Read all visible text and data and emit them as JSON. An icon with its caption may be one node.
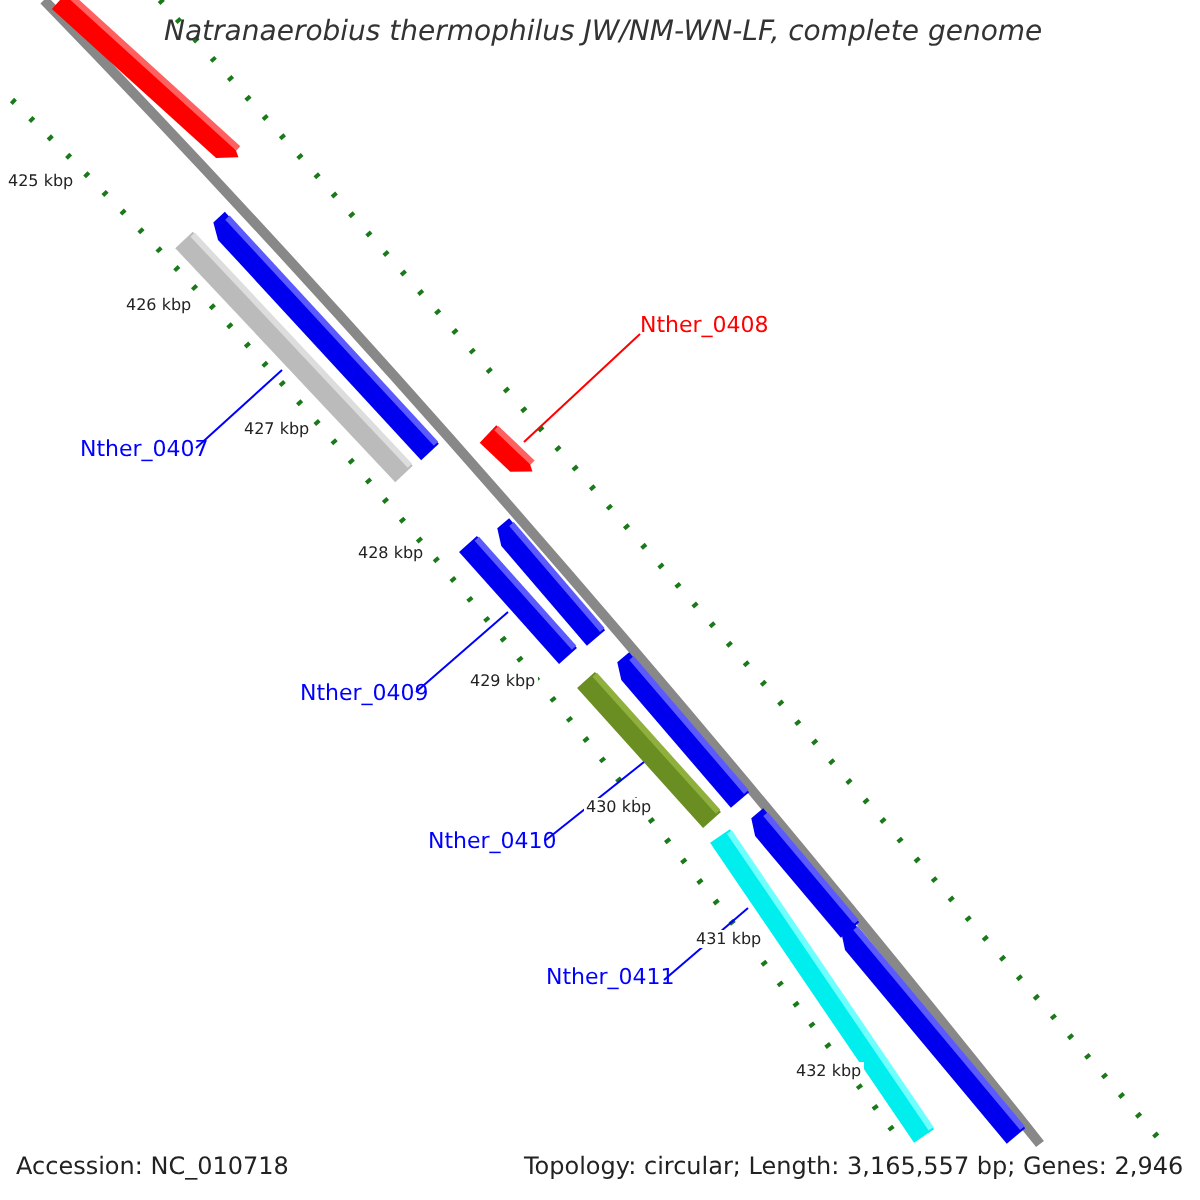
{
  "diagram": {
    "title": "Natranaerobius thermophilus JW/NM-WN-LF, complete genome",
    "nodes": [
      {
        "text": [
          "Nther_0408"
        ]
      },
      {
        "text": [],
        "shape": "bar"
      },
      {
        "text": [
          "Nther_0407"
        ]
      },
      {
        "text": [],
        "shape": "bar"
      },
      {
        "text": [
          "Nther_0409"
        ]
      },
      {
        "text": [],
        "shape": "bar"
      },
      {
        "text": [
          "Nther_0410"
        ]
      },
      {
        "text": [],
        "shape": "bar"
      },
      {
        "text": [
          "Nther_0411"
        ]
      },
      {
        "text": [],
        "shape": "bar"
      }
    ],
    "edges": [
      {
        "from": 0,
        "to": 1,
        "arrow": "none",
        "color": "#ff0000"
      },
      {
        "from": 2,
        "to": 3,
        "arrow": "none"
      },
      {
        "from": 4,
        "to": 5,
        "arrow": "none"
      },
      {
        "from": 6,
        "to": 7,
        "arrow": "none"
      },
      {
        "from": 8,
        "to": 9,
        "arrow": "none"
      }
    ],
    "labels": [
      "425 kbp",
      "426 kbp",
      "427 kbp",
      "428 kbp",
      "429 kbp",
      "430 kbp",
      "431 kbp",
      "432 kbp",
      "Accession: NC_010718",
      "Topology: circular; Length: 3,165,557 bp; Genes: 2,946"
    ]
  }
}
